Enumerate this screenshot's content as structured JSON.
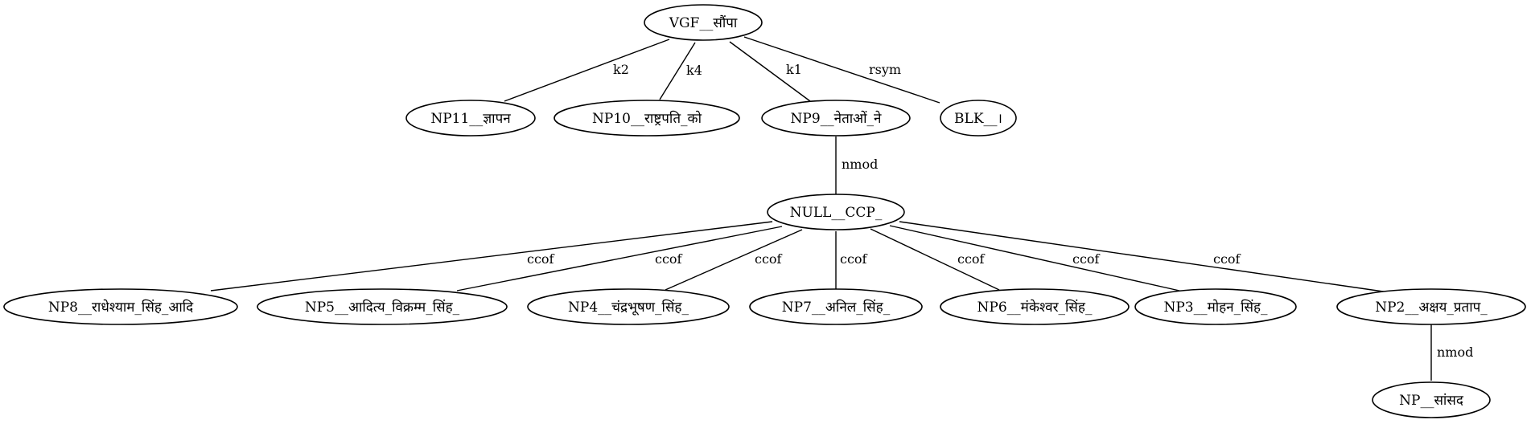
{
  "nodes": {
    "vgf": "VGF__सौंपा",
    "np11": "NP11__ज्ञापन",
    "np10": "NP10__राष्ट्रपति_को",
    "np9": "NP9__नेताओं_ने",
    "blk": "BLK__।",
    "null": "NULL__CCP_",
    "np8": "NP8__राधेश्याम_सिंह_आदि",
    "np5": "NP5__आदित्य_विक्रम्म_सिंह_",
    "np4": "NP4__चंद्रभूषण_सिंह_",
    "np7": "NP7__अनिल_सिंह_",
    "np6": "NP6__मंकेश्वर_सिंह_",
    "np3": "NP3__मोहन_सिंह_",
    "np2": "NP2__अक्षय_प्रताप_",
    "np": "NP__सांसद"
  },
  "edges": {
    "vgf_np11": "k2",
    "vgf_np10": "k4",
    "vgf_np9": "k1",
    "vgf_blk": "rsym",
    "np9_null": "nmod",
    "null_np8": "ccof",
    "null_np5": "ccof",
    "null_np4": "ccof",
    "null_np7": "ccof",
    "null_np6": "ccof",
    "null_np3": "ccof",
    "null_np2": "ccof",
    "np2_np": "nmod"
  }
}
